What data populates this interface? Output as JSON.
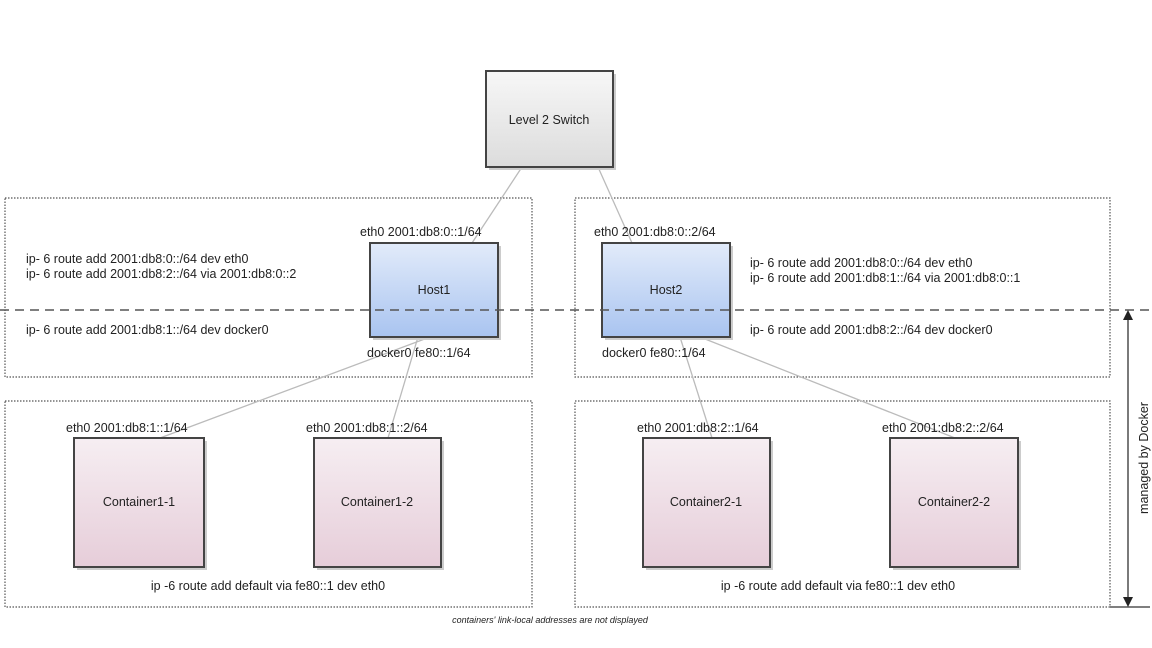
{
  "switch": {
    "label": "Level 2 Switch"
  },
  "host1": {
    "label": "Host1",
    "eth0": "eth0 2001:db8:0::1/64",
    "docker0": "docker0 fe80::1/64",
    "routes_upper": [
      "ip- 6 route add 2001:db8:0::/64 dev eth0",
      "ip- 6 route add 2001:db8:2::/64 via 2001:db8:0::2"
    ],
    "route_lower": "ip- 6 route add 2001:db8:1::/64 dev docker0"
  },
  "host2": {
    "label": "Host2",
    "eth0": "eth0 2001:db8:0::2/64",
    "docker0": "docker0 fe80::1/64",
    "routes_upper": [
      "ip- 6 route add 2001:db8:0::/64 dev eth0",
      "ip- 6 route add 2001:db8:1::/64 via 2001:db8:0::1"
    ],
    "route_lower": "ip- 6 route add 2001:db8:2::/64 dev docker0"
  },
  "containers": [
    {
      "label": "Container1-1",
      "eth0": "eth0 2001:db8:1::1/64"
    },
    {
      "label": "Container1-2",
      "eth0": "eth0 2001:db8:1::2/64"
    },
    {
      "label": "Container2-1",
      "eth0": "eth0 2001:db8:2::1/64"
    },
    {
      "label": "Container2-2",
      "eth0": "eth0 2001:db8:2::2/64"
    }
  ],
  "container_route_left": "ip -6 route add default via fe80::1 dev eth0",
  "container_route_right": "ip -6 route add default via fe80::1 dev eth0",
  "managed_label": "managed by Docker",
  "footnote": "containers' link-local addresses are not displayed",
  "colors": {
    "host_fill_top": "#e2ebfa",
    "host_fill_bottom": "#a9c4f0",
    "container_fill_top": "#f6eef2",
    "container_fill_bottom": "#e6cdd9",
    "switch_fill": "#e6e6e6"
  }
}
